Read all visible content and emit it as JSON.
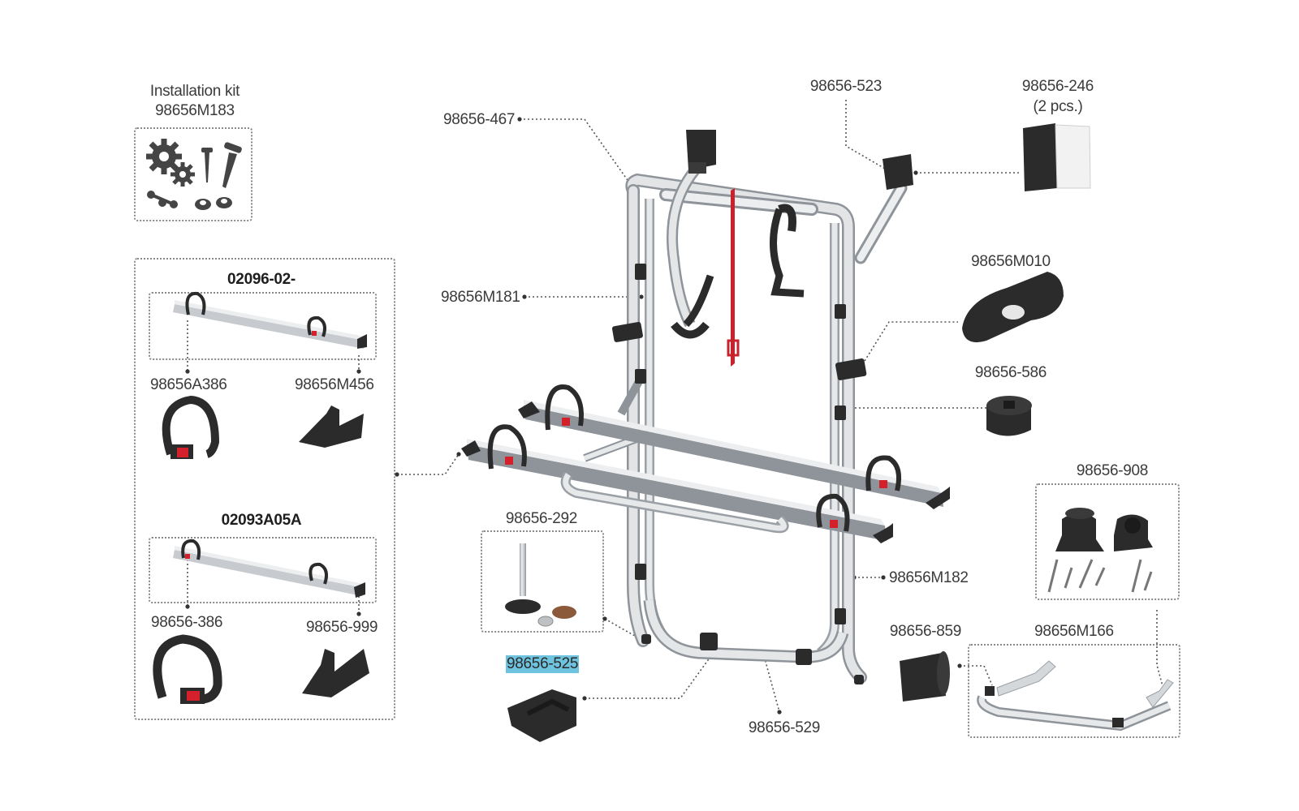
{
  "installation_kit": {
    "title": "Installation kit",
    "code": "98656M183"
  },
  "kit_a": {
    "code": "02096-02-",
    "strap_code": "98656A386",
    "holder_code": "98656M456"
  },
  "kit_b": {
    "code": "02093A05A",
    "strap_code": "98656-386",
    "holder_code": "98656-999"
  },
  "parts": {
    "p467": "98656-467",
    "p523": "98656-523",
    "p246": "98656-246",
    "p246_qty": "(2 pcs.)",
    "m181": "98656M181",
    "m010": "98656M010",
    "p586": "98656-586",
    "p908": "98656-908",
    "m182": "98656M182",
    "p292": "98656-292",
    "p525": "98656-525",
    "p859": "98656-859",
    "m166": "98656M166",
    "p529": "98656-529"
  },
  "colors": {
    "frame": "#c9cdd2",
    "frame_edge": "#8e949a",
    "rail": "#d2d5d8",
    "black_part": "#2b2b2b",
    "red_accent": "#d3202a",
    "strap_red": "#c9222c",
    "leader_line": "#555555",
    "highlight": "#6ec3de"
  },
  "icons": [
    "gear-icon",
    "screw-icon",
    "chain-icon",
    "nut-icon"
  ]
}
